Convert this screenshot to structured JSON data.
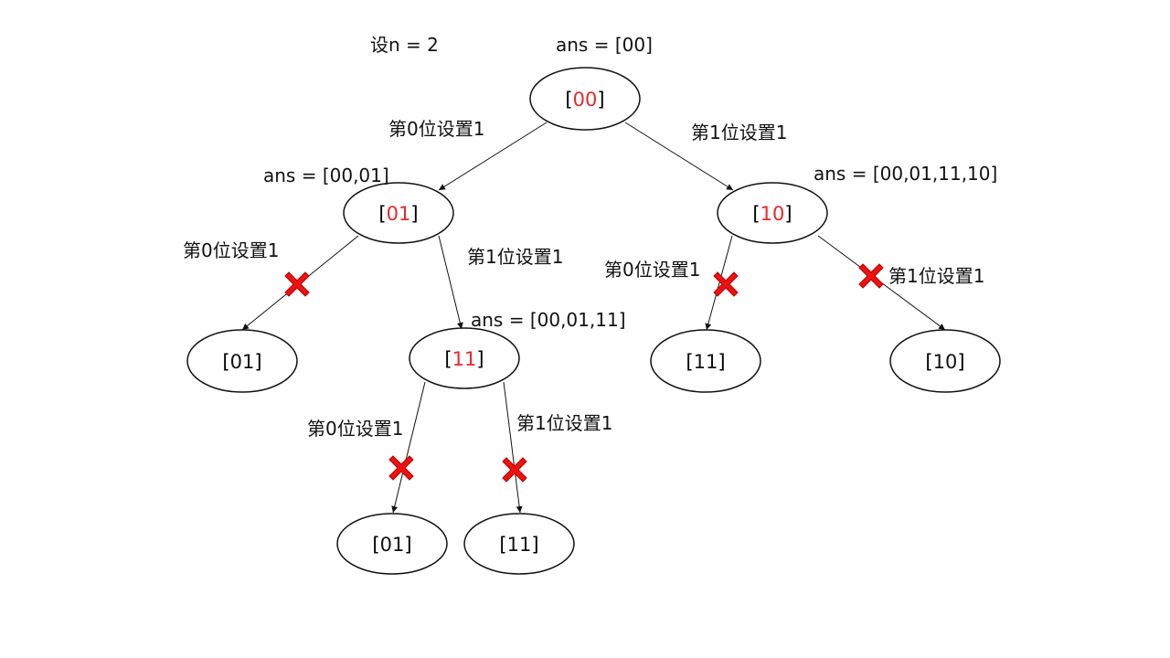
{
  "title": "设n = 2",
  "colors": {
    "highlight": "#e8282b",
    "cross": "#ee1111",
    "text": "#111111"
  },
  "nodes": {
    "root": {
      "prefix": "[",
      "value": "00",
      "suffix": "]",
      "highlight": true
    },
    "l1_left": {
      "prefix": "[",
      "value": "01",
      "suffix": "]",
      "highlight": true
    },
    "l1_right": {
      "prefix": "[",
      "value": "10",
      "suffix": "]",
      "highlight": true
    },
    "l2_a": {
      "prefix": "[",
      "value": "01",
      "suffix": "]",
      "highlight": false
    },
    "l2_b": {
      "prefix": "[",
      "value": "11",
      "suffix": "]",
      "highlight": true
    },
    "l2_c": {
      "prefix": "[",
      "value": "11",
      "suffix": "]",
      "highlight": false
    },
    "l2_d": {
      "prefix": "[",
      "value": "10",
      "suffix": "]",
      "highlight": false
    },
    "l3_a": {
      "prefix": "[",
      "value": "01",
      "suffix": "]",
      "highlight": false
    },
    "l3_b": {
      "prefix": "[",
      "value": "11",
      "suffix": "]",
      "highlight": false
    }
  },
  "ans_labels": {
    "root": "ans = [00]",
    "l1_left": "ans = [00,01]",
    "l1_right": "ans = [00,01,11,10]",
    "l2_b": "ans = [00,01,11]"
  },
  "edge_labels": {
    "root_left": "第0位设置1",
    "root_right": "第1位设置1",
    "left_a": "第0位设置1",
    "left_b": "第1位设置1",
    "right_c": "第0位设置1",
    "right_d": "第1位设置1",
    "b_a": "第0位设置1",
    "b_b": "第1位设置1"
  },
  "pruned_edges": [
    "left_a",
    "right_c",
    "right_d",
    "b_a",
    "b_b"
  ]
}
